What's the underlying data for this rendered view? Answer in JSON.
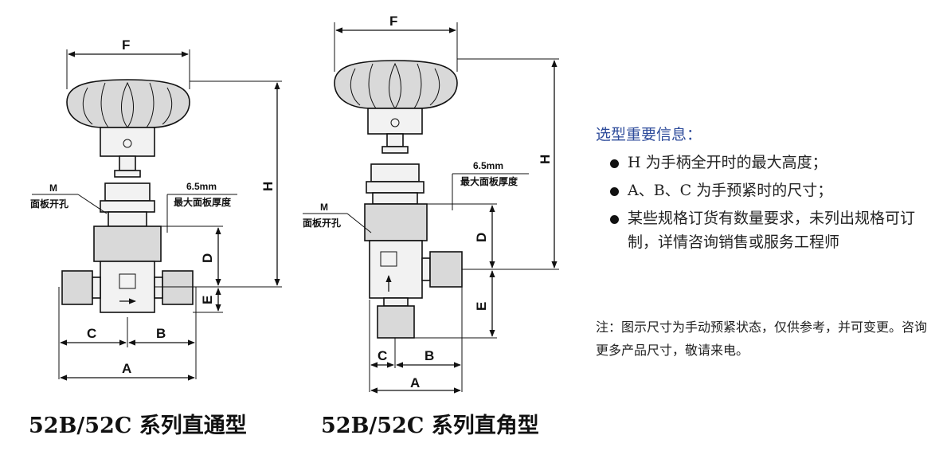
{
  "left_diagram": {
    "label_F": "F",
    "label_H": "H",
    "label_M": "M",
    "label_panel_hole": "面板开孔",
    "label_thickness_value": "6.5mm",
    "label_thickness_text": "最大面板厚度",
    "label_D": "D",
    "label_E": "E",
    "label_C": "C",
    "label_B": "B",
    "label_A": "A"
  },
  "right_diagram": {
    "label_F": "F",
    "label_H": "H",
    "label_M": "M",
    "label_panel_hole": "面板开孔",
    "label_thickness_value": "6.5mm",
    "label_thickness_text": "最大面板厚度",
    "label_D": "D",
    "label_E": "E",
    "label_C": "C",
    "label_B": "B",
    "label_A": "A"
  },
  "captions": {
    "left": "52B/52C 系列直通型",
    "right": "52B/52C 系列直角型"
  },
  "info": {
    "title": "选型重要信息：",
    "items": [
      "H 为手柄全开时的最大高度；",
      "A、B、C 为手预紧时的尺寸；",
      "某些规格订货有数量要求，未列出规格可订制，详情咨询销售或服务工程师"
    ],
    "note": "注：图示尺寸为手动预紧状态，仅供参考，并可变更。咨询更多产品尺寸，敬请来电。"
  }
}
